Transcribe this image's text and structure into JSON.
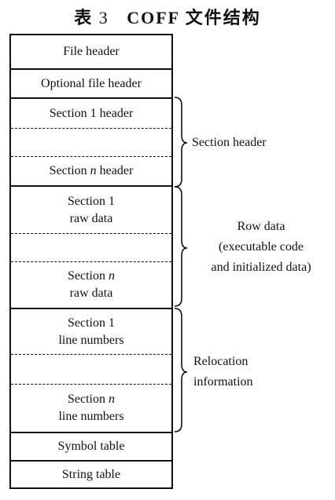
{
  "title": {
    "prefix": "表",
    "number": "3",
    "text": "COFF 文件结构"
  },
  "blocks": {
    "file_header": "File header",
    "optional_header": "Optional file header",
    "section1_header": "Section 1 header",
    "sectionn_header": {
      "a": "Section ",
      "n": "n",
      "b": " header"
    },
    "section1_raw": {
      "line1": "Section 1",
      "line2": "raw data"
    },
    "sectionn_raw": {
      "line1a": "Section ",
      "n": "n",
      "line2": "raw data"
    },
    "section1_line": {
      "line1": "Section 1",
      "line2": "line numbers"
    },
    "sectionn_line": {
      "line1a": "Section ",
      "n": "n",
      "line2": "line numbers"
    },
    "symbol_table": "Symbol table",
    "string_table": "String table"
  },
  "labels": {
    "section_header": "Section header",
    "row_data": {
      "line1": "Row data",
      "line2": "(executable code",
      "line3": "and initialized data)"
    },
    "relocation": {
      "line1": "Relocation",
      "line2": "information"
    }
  }
}
